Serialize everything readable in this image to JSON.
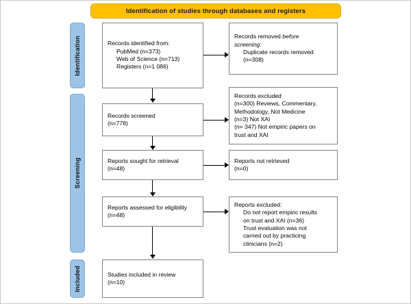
{
  "diagram": {
    "title": "Identification of studies through databases and registers",
    "colors": {
      "banner": "#FFC000",
      "stage_bar": "#9DC3E6",
      "box_border": "#808080",
      "connector": "#000000"
    },
    "stages": [
      {
        "id": "identification",
        "label": "Identification"
      },
      {
        "id": "screening",
        "label": "Screening"
      },
      {
        "id": "included",
        "label": "Included"
      }
    ],
    "boxes": {
      "identified": {
        "line1": "Records identified from:",
        "line2": "PubMed (n=373)",
        "line3": "Web of Science (n=713)",
        "line4": "Registers (n=1 086)"
      },
      "removed": {
        "line1a": "Records removed ",
        "line1b": "before",
        "line2": "screening:",
        "line3": "Duplicate records removed",
        "line4": "(n=308)"
      },
      "screened": {
        "line1": "Records screened",
        "line2": "(n=778)"
      },
      "excluded_screening": {
        "line1": "Records excluded",
        "line2": "(n=300) Reviews, Commentary,",
        "line3": "Methodology, Not Medicine",
        "line4": "(n=3) Not XAI",
        "line5": "(n= 347) Not empiric papers on",
        "line6": "trust and XAI"
      },
      "sought": {
        "line1": "Reports sought for retrieval",
        "line2": "(n=48)"
      },
      "not_retrieved": {
        "line1": "Reports not retrieved",
        "line2": "(n=0)"
      },
      "assessed": {
        "line1": "Reports assessed for eligibility",
        "line2": "(n=48)"
      },
      "excluded_eligibility": {
        "line1": "Reports excluded:",
        "line2": "Do not report empiric results",
        "line3": "on trust and XAI (n=36)",
        "line4": "Trust evaluation was not",
        "line5": "carried out by practicing",
        "line6": "clinicians (n=2)"
      },
      "included": {
        "line1": "Studies included in review",
        "line2": "(n=10)"
      }
    }
  }
}
